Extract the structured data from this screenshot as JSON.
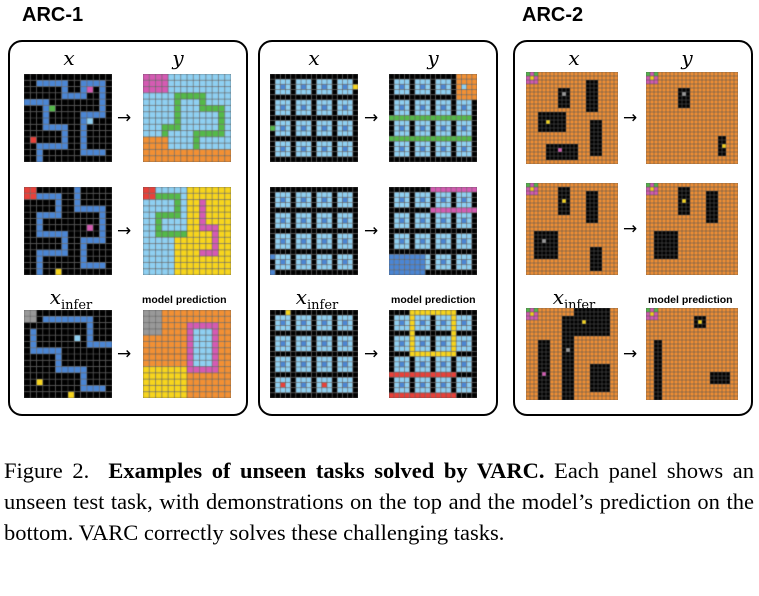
{
  "titles": {
    "arc1": "ARC-1",
    "arc2": "ARC-2"
  },
  "labels": {
    "x": "x",
    "y": "y",
    "x_infer": "x",
    "infer_sub": "infer",
    "model_prediction": "model prediction"
  },
  "caption": {
    "figure_label": "Figure 2.",
    "bold_text": "Examples of unseen tasks solved by VARC.",
    "body_text": "Each panel shows an unseen test task, with demonstrations on the top and the model’s prediction on the bottom. VARC correctly solves these challenging tasks."
  },
  "colors": {
    "black": "#000000",
    "blue": "#4b86d4",
    "light_blue": "#8fd0f2",
    "green": "#55b94a",
    "magenta": "#d55bb3",
    "orange": "#f29034",
    "yellow": "#f7d51d",
    "red": "#e8413a",
    "grey": "#999999",
    "gridline": "#555555"
  },
  "arrow_glyph": "→"
}
